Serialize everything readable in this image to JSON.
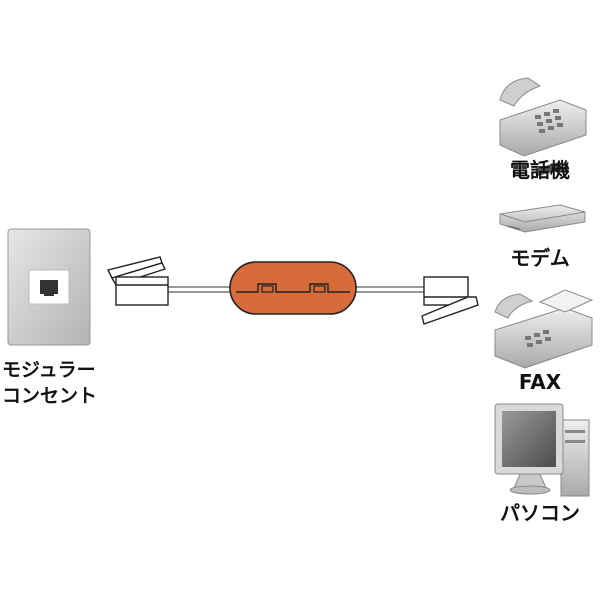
{
  "wall_outlet": {
    "label_line1": "モジュラー",
    "label_line2": "コンセント"
  },
  "devices": {
    "telephone": "電話機",
    "modem": "モデム",
    "fax": "FAX",
    "pc": "パソコン"
  },
  "colors": {
    "ferrite_core": "#d86b3a",
    "outlet_plate": "#cfcfcf",
    "cable": "#e0e0e0",
    "device_gray": "#c8c8c8"
  }
}
